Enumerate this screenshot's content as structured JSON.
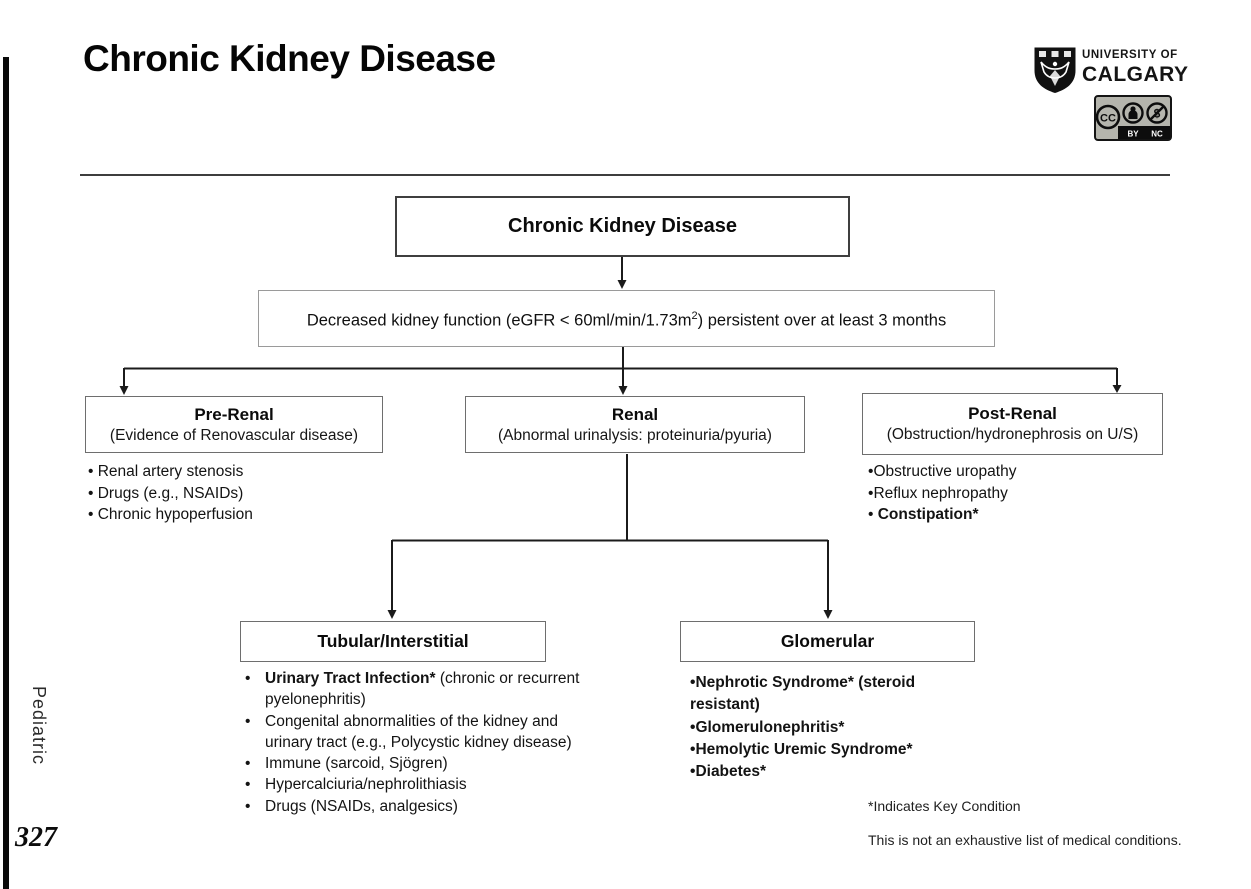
{
  "sidebar": {
    "category_label": "Pediatric",
    "page_number": "327"
  },
  "header": {
    "title": "Chronic Kidney Disease",
    "university_line1": "UNIVERSITY OF",
    "university_line2": "CALGARY",
    "license_badge": {
      "cc_label": "CC",
      "by_label": "BY",
      "nc_label": "NC"
    }
  },
  "flowchart": {
    "root_label": "Chronic Kidney Disease",
    "definition": {
      "before_sup": "Decreased kidney function (eGFR < 60ml/min/1.73m",
      "sup": "2",
      "after_sup": ") persistent over at least 3 months"
    },
    "pre_renal": {
      "title": "Pre-Renal",
      "subtitle": "(Evidence of Renovascular disease)",
      "items": [
        {
          "bullet": "• ",
          "lead": "",
          "rest": "Renal artery stenosis"
        },
        {
          "bullet": "• ",
          "lead": "",
          "rest": "Drugs (e.g., NSAIDs)"
        },
        {
          "bullet": "• ",
          "lead": "",
          "rest": "Chronic hypoperfusion"
        }
      ]
    },
    "renal": {
      "title": "Renal",
      "subtitle": "(Abnormal urinalysis: proteinuria/pyuria)"
    },
    "post_renal": {
      "title": "Post-Renal",
      "subtitle": "(Obstruction/hydronephrosis on U/S)",
      "items": [
        {
          "bullet": "•",
          "lead": "",
          "rest": "Obstructive uropathy"
        },
        {
          "bullet": "•",
          "lead": "",
          "rest": "Reflux nephropathy"
        },
        {
          "bullet": "• ",
          "lead": "Constipation*",
          "rest": ""
        }
      ]
    },
    "tubular": {
      "title": "Tubular/Interstitial",
      "items": [
        {
          "bullet": "•",
          "lead": "Urinary Tract Infection*",
          "rest": " (chronic or recurrent pyelonephritis)"
        },
        {
          "bullet": "•",
          "lead": "",
          "rest": "Congenital abnormalities of the kidney and urinary tract (e.g., Polycystic kidney disease)"
        },
        {
          "bullet": "•",
          "lead": "",
          "rest": "Immune (sarcoid, Sjögren)"
        },
        {
          "bullet": "•",
          "lead": "",
          "rest": "Hypercalciuria/nephrolithiasis"
        },
        {
          "bullet": "•",
          "lead": "",
          "rest": "Drugs (NSAIDs, analgesics)"
        }
      ]
    },
    "glomerular": {
      "title": "Glomerular",
      "items": [
        {
          "bullet": "•",
          "lead": "Nephrotic Syndrome* (steroid resistant)",
          "rest": ""
        },
        {
          "bullet": "•",
          "lead": "Glomerulonephritis*",
          "rest": ""
        },
        {
          "bullet": "•",
          "lead": "Hemolytic Uremic Syndrome*",
          "rest": ""
        },
        {
          "bullet": "•",
          "lead": "Diabetes*",
          "rest": ""
        }
      ]
    }
  },
  "footnotes": {
    "key_condition": "*Indicates Key Condition",
    "disclaimer": "This is not an exhaustive list of medical conditions."
  },
  "colors": {
    "text": "#111111",
    "connector_line": "#1b1b1b",
    "box_border": "#6e6e6e",
    "sidebar_bar": "#0a0a0a",
    "badge_background": "#b5b5ad"
  }
}
